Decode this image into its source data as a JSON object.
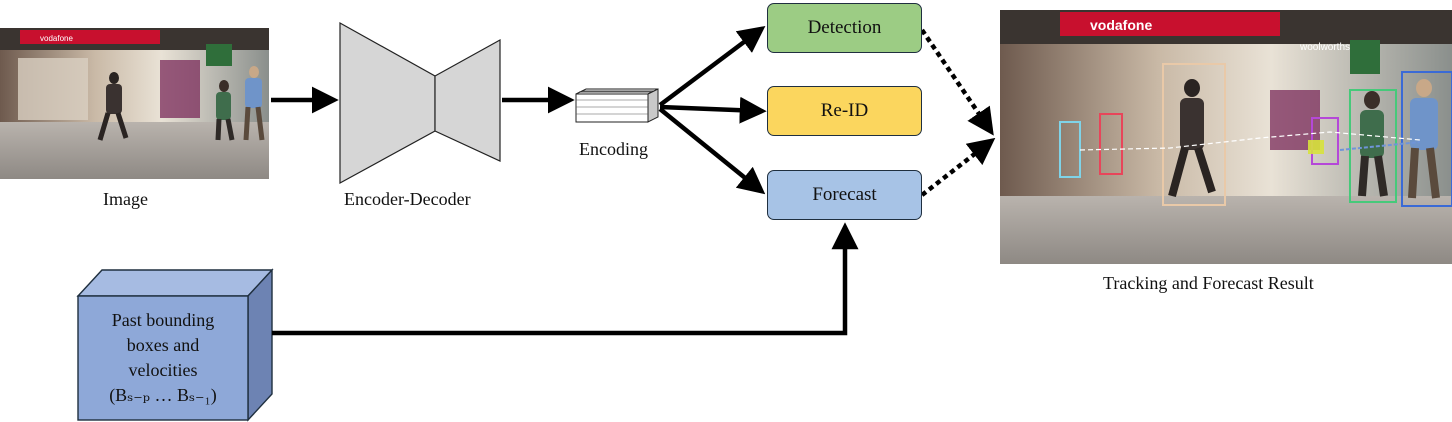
{
  "labels": {
    "image": "Image",
    "encoder_decoder": "Encoder-Decoder",
    "encoding": "Encoding",
    "result": "Tracking and Forecast Result"
  },
  "heads": {
    "detection": "Detection",
    "reid": "Re-ID",
    "forecast": "Forecast"
  },
  "past_box": {
    "lines": [
      "Past bounding",
      "boxes and",
      "velocities"
    ],
    "formula": "(Bₛ₋ₚ … Bₛ₋₁)"
  },
  "photo_text": {
    "store_brand": "vodafone",
    "right_sign": "woolworths"
  },
  "colors": {
    "detection_fill": "#9ccc84",
    "reid_fill": "#fbd65e",
    "forecast_fill": "#a7c3e6",
    "cube_front": "#8ea8d8",
    "cube_side": "#6d83b3",
    "cube_top": "#a6bbe2",
    "encoder_fill": "#d6d6d6",
    "arrow": "#000000"
  }
}
